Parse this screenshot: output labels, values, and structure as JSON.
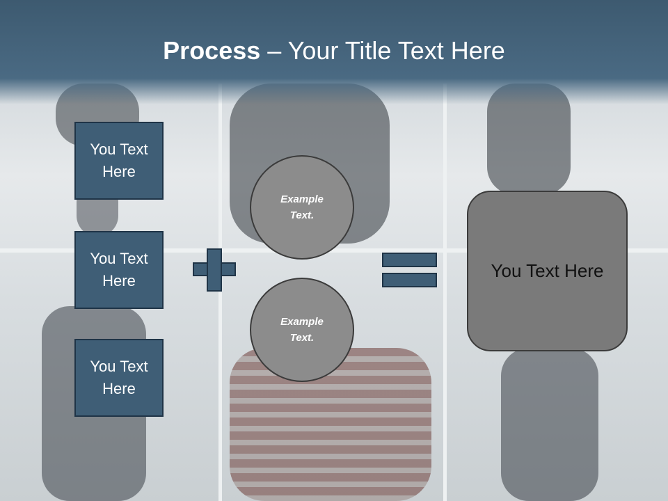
{
  "title": {
    "bold": "Process",
    "rest": " – Your Title Text Here"
  },
  "boxes": [
    {
      "label": "You Text Here"
    },
    {
      "label": "You Text Here"
    },
    {
      "label": "You Text Here"
    }
  ],
  "circles": [
    {
      "label": "Example Text."
    },
    {
      "label": "Example Text."
    }
  ],
  "result": {
    "label": "You Text Here"
  },
  "colors": {
    "header": "#3d5a70",
    "box": "#3f5e76",
    "circle": "#8c8c8c",
    "result": "#7a7a7a"
  },
  "icons": {
    "plus": "plus-icon",
    "equals": "equals-icon"
  }
}
